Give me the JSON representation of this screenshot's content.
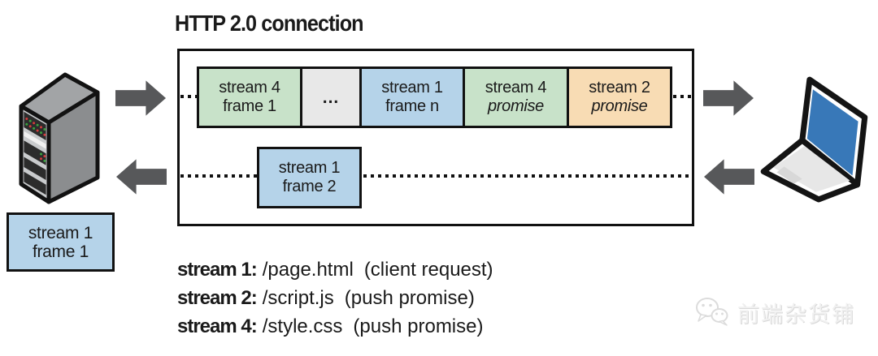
{
  "title": "HTTP 2.0 connection",
  "connection": {
    "outgoing_frames": [
      {
        "line1": "stream 4",
        "line2": "frame 1"
      },
      {
        "line1": "...",
        "line2": ""
      },
      {
        "line1": "stream 1",
        "line2": "frame n"
      },
      {
        "line1": "stream 4",
        "line2": "promise"
      },
      {
        "line1": "stream 2",
        "line2": "promise"
      }
    ],
    "incoming_frame": {
      "line1": "stream 1",
      "line2": "frame 2"
    }
  },
  "server": {
    "frame": {
      "line1": "stream 1",
      "line2": "frame 1"
    }
  },
  "legend": [
    {
      "label": "stream 1:",
      "path": "/page.html",
      "note": "(client request)"
    },
    {
      "label": "stream 2:",
      "path": "/script.js",
      "note": "(push promise)"
    },
    {
      "label": "stream 4:",
      "path": "/style.css",
      "note": "(push promise)"
    }
  ],
  "watermark": {
    "text": "前端杂货铺"
  },
  "colors": {
    "frame_green": "#c8e2c9",
    "frame_gray": "#e8e8e8",
    "frame_blue": "#b5d3e9",
    "frame_orange": "#f8dcb4",
    "arrow_gray": "#57585a",
    "outline_black": "#111111",
    "laptop_screen_blue": "#3878b8"
  }
}
